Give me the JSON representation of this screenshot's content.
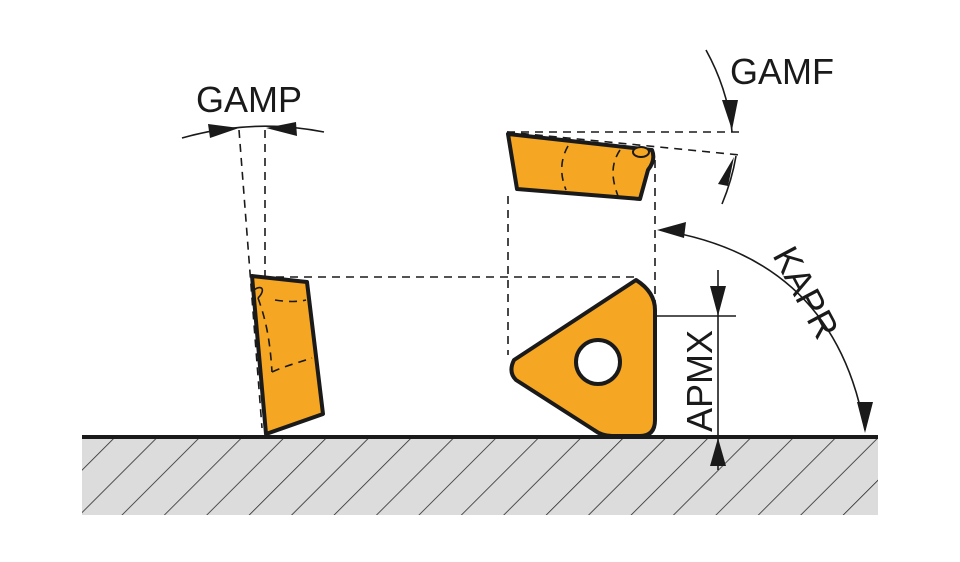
{
  "labels": {
    "gamp": "GAMP",
    "gamf": "GAMF",
    "kapr": "KAPR",
    "apmx": "APMX"
  },
  "colors": {
    "insert_fill": "#f5a623",
    "outline": "#1a1a1a",
    "ground": "#dcdcdc"
  }
}
